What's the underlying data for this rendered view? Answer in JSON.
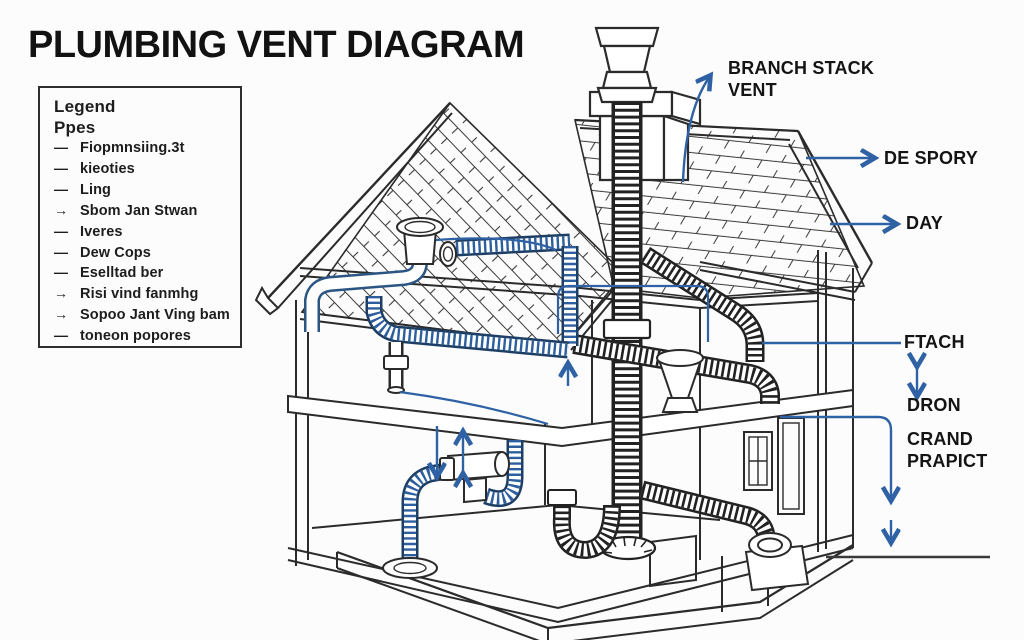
{
  "title": "PLUMBING VENT DIAGRAM",
  "legend": {
    "heading_line1": "Legend",
    "heading_line2": "Ppes",
    "items": [
      {
        "glyph": "—",
        "label": "Fiopmnsiing.3t"
      },
      {
        "glyph": "—",
        "label": "kieoties"
      },
      {
        "glyph": "—",
        "label": "Ling"
      },
      {
        "glyph": "→",
        "label": "Sbom Jan Stwan"
      },
      {
        "glyph": "—",
        "label": "Iveres"
      },
      {
        "glyph": "—",
        "label": "Dew Cops"
      },
      {
        "glyph": "—",
        "label": "Eselltad ber"
      },
      {
        "glyph": "→",
        "label": "Risi vind fanmhg"
      },
      {
        "glyph": "→",
        "label": "Sopoo Jant Ving bam"
      },
      {
        "glyph": "—",
        "label": "toneon popores"
      }
    ]
  },
  "callouts": {
    "branch_stack_vent": {
      "line1": "BRANCH STACK",
      "line2": "VENT"
    },
    "de_spory": "DE SPORY",
    "day": "DAY",
    "ftach": "FTACH",
    "dron": "DRON",
    "crand_prapict": {
      "line1": "CRAND",
      "line2": "PRAPICT"
    }
  },
  "colors": {
    "line": "#2b2b2b",
    "accent_blue": "#2f62a4",
    "text": "#141414",
    "background": "#fcfcfc"
  }
}
